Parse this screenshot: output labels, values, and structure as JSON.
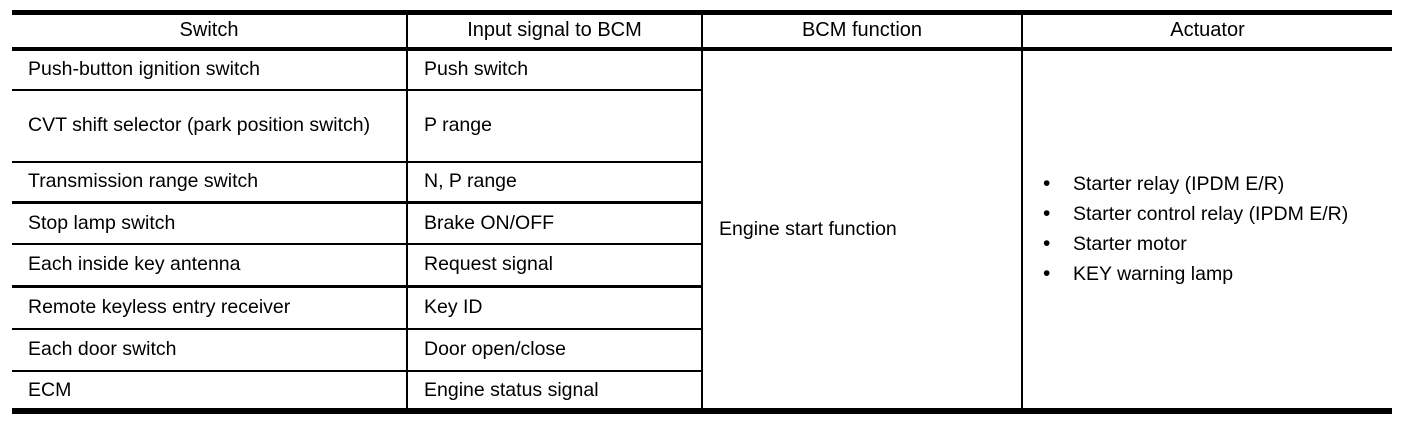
{
  "table": {
    "columns": [
      {
        "label": "Switch"
      },
      {
        "label": "Input signal to BCM"
      },
      {
        "label": "BCM function"
      },
      {
        "label": "Actuator"
      }
    ],
    "rows": [
      {
        "switch": "Push-button ignition switch",
        "signal": "Push switch"
      },
      {
        "switch": "CVT shift selector (park position switch)",
        "signal": "P range"
      },
      {
        "switch": "Transmission range switch",
        "signal": "N, P range"
      },
      {
        "switch": "Stop lamp switch",
        "signal": "Brake ON/OFF"
      },
      {
        "switch": "Each inside key antenna",
        "signal": "Request signal"
      },
      {
        "switch": "Remote keyless entry receiver",
        "signal": "Key ID"
      },
      {
        "switch": "Each door switch",
        "signal": "Door open/close"
      },
      {
        "switch": "ECM",
        "signal": "Engine status signal"
      }
    ],
    "bcm_function": "Engine start function",
    "actuators": [
      "Starter relay (IPDM E/R)",
      "Starter control relay (IPDM E/R)",
      "Starter motor",
      "KEY warning lamp"
    ]
  },
  "colors": {
    "border": "#000000",
    "text": "#000000",
    "background": "#ffffff"
  }
}
